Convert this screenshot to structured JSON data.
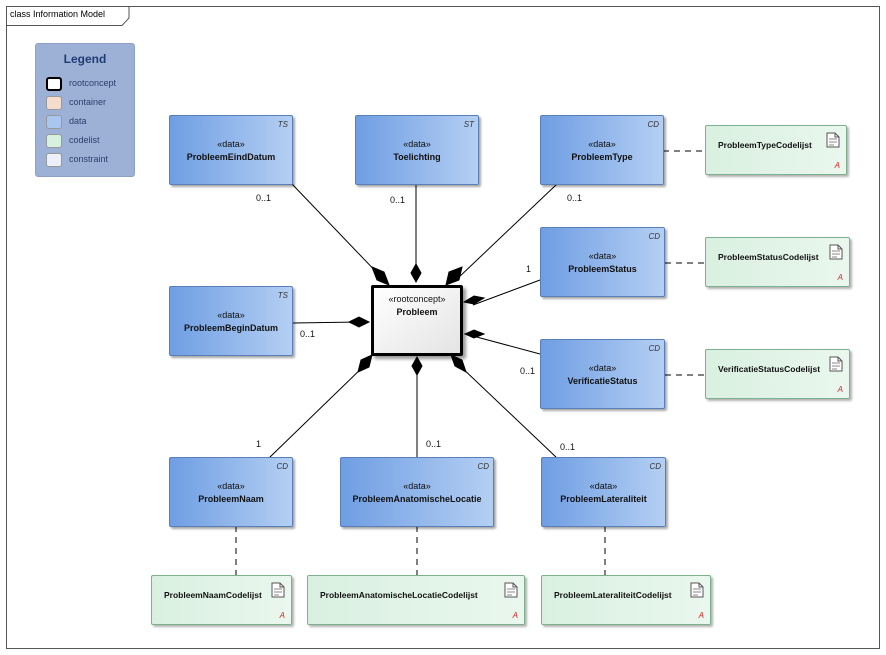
{
  "frame": {
    "title": "class Information Model"
  },
  "legend": {
    "title": "Legend",
    "items": [
      {
        "label": "rootconcept",
        "color": "#ffffff",
        "border": "#000000"
      },
      {
        "label": "container",
        "color": "#f5dccc",
        "border": "#bbaaa0"
      },
      {
        "label": "data",
        "color": "#a8c6ee",
        "border": "#7a9bd0"
      },
      {
        "label": "codelist",
        "color": "#d8f0df",
        "border": "#8fbf9c"
      },
      {
        "label": "constraint",
        "color": "#eef0f7",
        "border": "#b0b4c6"
      }
    ]
  },
  "root": {
    "stereotype": "«rootconcept»",
    "name": "Probleem"
  },
  "data_classes": [
    {
      "id": "eind",
      "stereotype": "«data»",
      "name": "ProbleemEindDatum",
      "type": "TS",
      "multiplicity": "0..1"
    },
    {
      "id": "toel",
      "stereotype": "«data»",
      "name": "Toelichting",
      "type": "ST",
      "multiplicity": "0..1"
    },
    {
      "id": "type",
      "stereotype": "«data»",
      "name": "ProbleemType",
      "type": "CD",
      "multiplicity": "0..1"
    },
    {
      "id": "status",
      "stereotype": "«data»",
      "name": "ProbleemStatus",
      "type": "CD",
      "multiplicity": "1"
    },
    {
      "id": "begin",
      "stereotype": "«data»",
      "name": "ProbleemBeginDatum",
      "type": "TS",
      "multiplicity": "0..1"
    },
    {
      "id": "verif",
      "stereotype": "«data»",
      "name": "VerificatieStatus",
      "type": "CD",
      "multiplicity": "0..1"
    },
    {
      "id": "naam",
      "stereotype": "«data»",
      "name": "ProbleemNaam",
      "type": "CD",
      "multiplicity": "1"
    },
    {
      "id": "anat",
      "stereotype": "«data»",
      "name": "ProbleemAnatomischeLocatie",
      "type": "CD",
      "multiplicity": "0..1"
    },
    {
      "id": "lat",
      "stereotype": "«data»",
      "name": "ProbleemLateraliteit",
      "type": "CD",
      "multiplicity": "0..1"
    }
  ],
  "codelists": [
    {
      "id": "type_cl",
      "name": "ProbleemTypeCodelijst",
      "marker": "A"
    },
    {
      "id": "status_cl",
      "name": "ProbleemStatusCodelijst",
      "marker": "A"
    },
    {
      "id": "verif_cl",
      "name": "VerificatieStatusCodelijst",
      "marker": "A"
    },
    {
      "id": "naam_cl",
      "name": "ProbleemNaamCodelijst",
      "marker": "A"
    },
    {
      "id": "anat_cl",
      "name": "ProbleemAnatomischeLocatieCodelijst",
      "marker": "A"
    },
    {
      "id": "lat_cl",
      "name": "ProbleemLateraliteitCodelijst",
      "marker": "A"
    }
  ]
}
